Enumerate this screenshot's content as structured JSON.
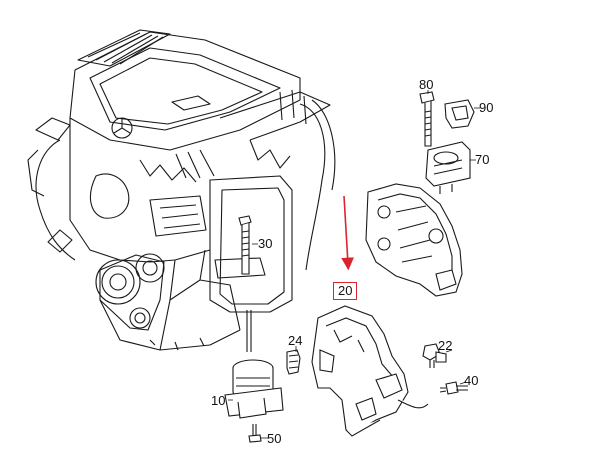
{
  "colors": {
    "line": "#1a1a1a",
    "background": "#ffffff",
    "highlight": "#d9262e"
  },
  "diagram": {
    "highlighted_part": "20",
    "callouts": [
      {
        "id": "80",
        "label": "80"
      },
      {
        "id": "90",
        "label": "90"
      },
      {
        "id": "70",
        "label": "70"
      },
      {
        "id": "30",
        "label": "30"
      },
      {
        "id": "20",
        "label": "20"
      },
      {
        "id": "24",
        "label": "24"
      },
      {
        "id": "22",
        "label": "22"
      },
      {
        "id": "40",
        "label": "40"
      },
      {
        "id": "10",
        "label": "10"
      },
      {
        "id": "50",
        "label": "50"
      }
    ]
  }
}
